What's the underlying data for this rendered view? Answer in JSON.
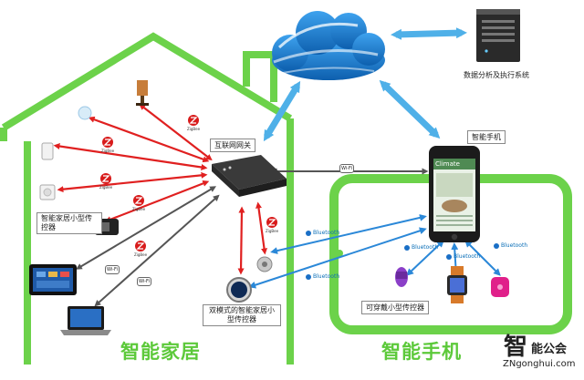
{
  "labels": {
    "internet_gateway": "互联网网关",
    "data_system": "数据分析及执行系统",
    "smartphone": "智能手机",
    "home_sensor": "智能家居小型传控器",
    "dual_mode_sensor": "双模式的智能家居小型传控器",
    "wearable_sensor": "可穿戴小型传控器",
    "smart_home_big": "智能家居",
    "smart_phone_big": "智能手机"
  },
  "phone_screen": {
    "app_title": "Climate"
  },
  "protocol_badges": {
    "bluetooth": "Bluetooth",
    "zigbee": "ZigBee",
    "wifi": "Wi-Fi"
  },
  "watermark": {
    "char": "智",
    "name": "能公会",
    "url": "ZNgonghui.com"
  },
  "colors": {
    "house": "#6cd24a",
    "zigbee_arrow": "#e02020",
    "wifi_arrow": "#555555",
    "bluetooth_arrow": "#2b88d8",
    "cloud": "#1d7fd0",
    "phone_frame": "#6cd24a"
  },
  "icons": [
    "cloud-icon",
    "server-icon",
    "gateway-router-icon",
    "smartphone-icon",
    "lamp-icon",
    "smoke-detector-icon",
    "motion-sensor-icon",
    "remote-control-icon",
    "tablet-icon",
    "laptop-icon",
    "thermostat-icon",
    "door-lock-icon",
    "fitness-band-icon",
    "smartwatch-icon",
    "fitness-clip-icon"
  ]
}
